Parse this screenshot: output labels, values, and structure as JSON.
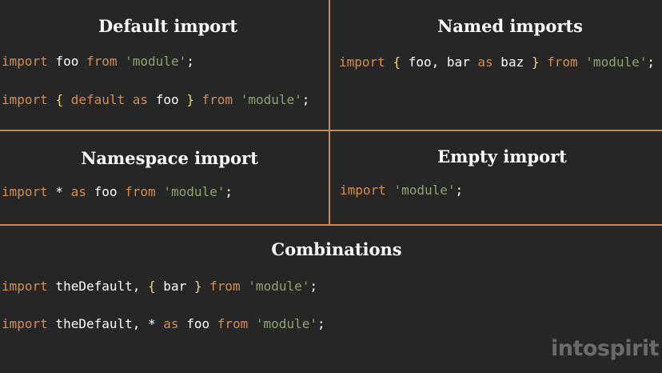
{
  "colors": {
    "background": "#262626",
    "divider": "#c58a4f",
    "keyword": "#d28e4f",
    "brace": "#f0d866",
    "string": "#8fa46e",
    "identifier": "#ffffff",
    "logo": "#6a6a6a"
  },
  "panels": [
    {
      "title": "Default import",
      "lines": [
        [
          [
            "kw",
            "import"
          ],
          [
            "id",
            " foo "
          ],
          [
            "kw",
            "from"
          ],
          [
            "id",
            " "
          ],
          [
            "str",
            "'module'"
          ],
          [
            "pun",
            ";"
          ]
        ],
        [
          [
            "kw",
            "import"
          ],
          [
            "id",
            " "
          ],
          [
            "br",
            "{"
          ],
          [
            "id",
            " "
          ],
          [
            "kw",
            "default"
          ],
          [
            "id",
            " "
          ],
          [
            "kw",
            "as"
          ],
          [
            "id",
            " foo "
          ],
          [
            "br",
            "}"
          ],
          [
            "id",
            " "
          ],
          [
            "kw",
            "from"
          ],
          [
            "id",
            " "
          ],
          [
            "str",
            "'module'"
          ],
          [
            "pun",
            ";"
          ]
        ]
      ]
    },
    {
      "title": "Named imports",
      "lines": [
        [
          [
            "kw",
            "import"
          ],
          [
            "id",
            " "
          ],
          [
            "br",
            "{"
          ],
          [
            "id",
            " foo, bar "
          ],
          [
            "kw",
            "as"
          ],
          [
            "id",
            " baz "
          ],
          [
            "br",
            "}"
          ],
          [
            "id",
            " "
          ],
          [
            "kw",
            "from"
          ],
          [
            "id",
            " "
          ],
          [
            "str",
            "'module'"
          ],
          [
            "pun",
            ";"
          ]
        ]
      ]
    },
    {
      "title": "Namespace import",
      "lines": [
        [
          [
            "kw",
            "import"
          ],
          [
            "id",
            " * "
          ],
          [
            "kw",
            "as"
          ],
          [
            "id",
            " foo "
          ],
          [
            "kw",
            "from"
          ],
          [
            "id",
            " "
          ],
          [
            "str",
            "'module'"
          ],
          [
            "pun",
            ";"
          ]
        ]
      ]
    },
    {
      "title": "Empty import",
      "lines": [
        [
          [
            "kw",
            "import"
          ],
          [
            "id",
            " "
          ],
          [
            "str",
            "'module'"
          ],
          [
            "pun",
            ";"
          ]
        ]
      ]
    },
    {
      "title": "Combinations",
      "lines": [
        [
          [
            "kw",
            "import"
          ],
          [
            "id",
            " theDefault, "
          ],
          [
            "br",
            "{"
          ],
          [
            "id",
            " bar "
          ],
          [
            "br",
            "}"
          ],
          [
            "id",
            " "
          ],
          [
            "kw",
            "from"
          ],
          [
            "id",
            " "
          ],
          [
            "str",
            "'module'"
          ],
          [
            "pun",
            ";"
          ]
        ],
        [
          [
            "kw",
            "import"
          ],
          [
            "id",
            " theDefault, * "
          ],
          [
            "kw",
            "as"
          ],
          [
            "id",
            " foo "
          ],
          [
            "kw",
            "from"
          ],
          [
            "id",
            " "
          ],
          [
            "str",
            "'module'"
          ],
          [
            "pun",
            ";"
          ]
        ]
      ]
    }
  ],
  "logo": "intospirit"
}
